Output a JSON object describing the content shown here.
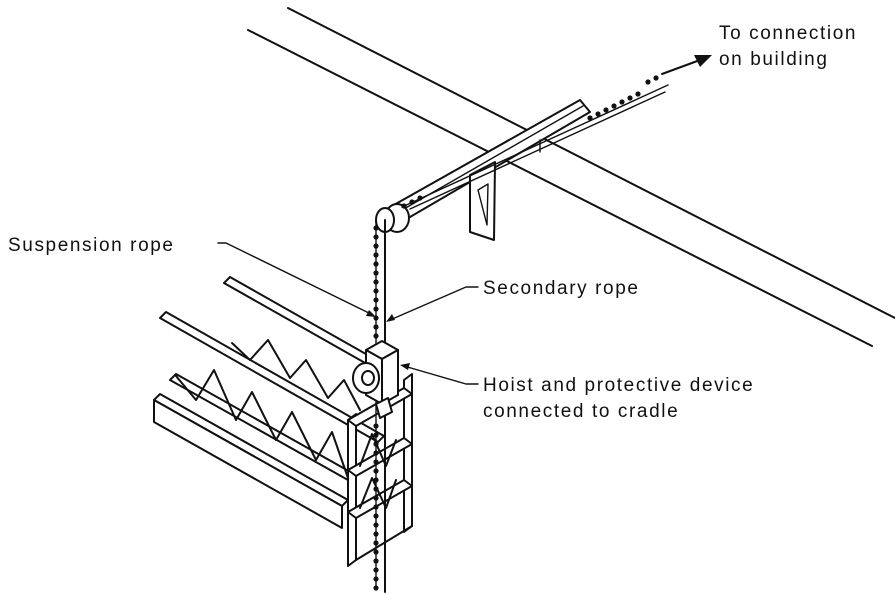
{
  "labels": {
    "to_connection_line1": "To connection",
    "to_connection_line2": "on building",
    "suspension_rope": "Suspension rope",
    "secondary_rope": "Secondary rope",
    "hoist_line1": "Hoist and protective device",
    "hoist_line2": "connected to cradle"
  },
  "colors": {
    "ink": "#111111",
    "background": "#ffffff"
  }
}
